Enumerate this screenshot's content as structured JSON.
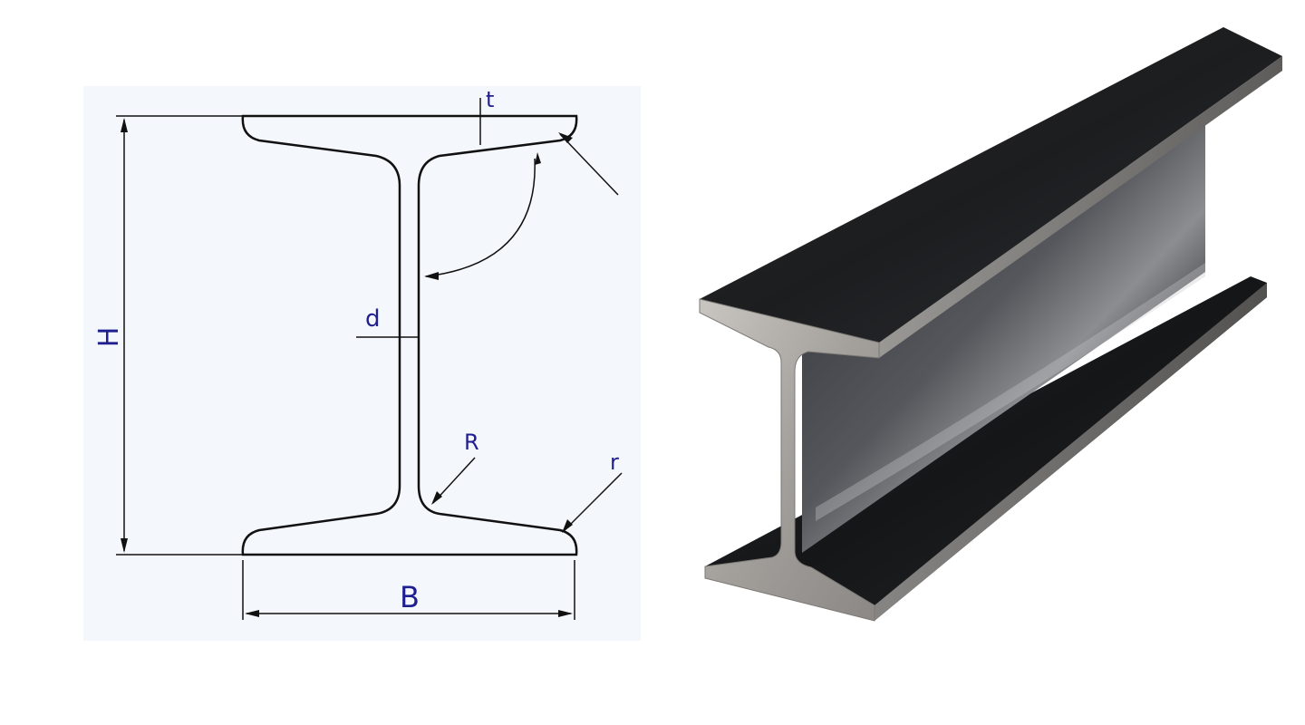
{
  "diagram": {
    "labels": {
      "height": "H",
      "width": "B",
      "flange_thickness": "t",
      "web_thickness": "d",
      "root_radius": "R",
      "toe_radius": "r"
    },
    "colors": {
      "background": "#ffffff",
      "panel": "#f4f7fb",
      "outline": "#111111",
      "dimension_text": "#1f1f8f",
      "steel_dark": "#1b1c1e",
      "steel_mid": "#3a3c40",
      "steel_light": "#a9a7a4"
    }
  }
}
